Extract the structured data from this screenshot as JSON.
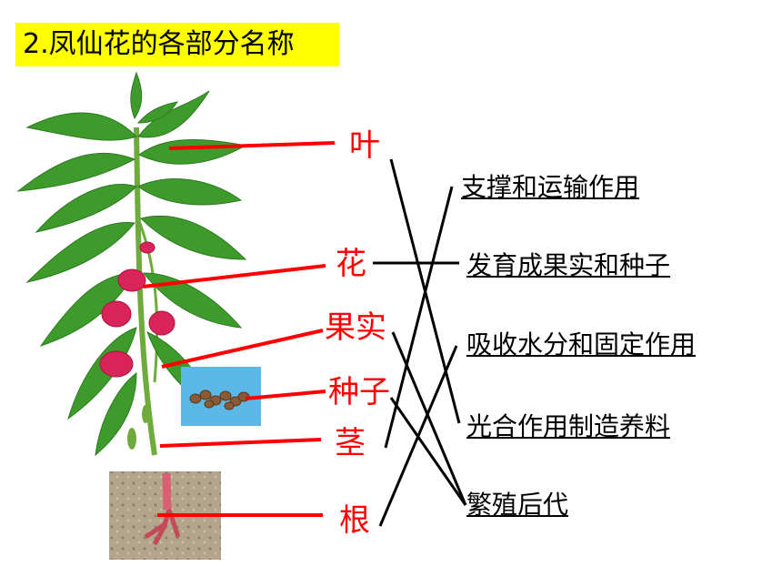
{
  "title": "2.凤仙花的各部分名称",
  "parts": [
    "叶",
    "花",
    "果实",
    "种子",
    "茎",
    "根"
  ],
  "functions": [
    "支撑和运输作用",
    "发育成果实和种子",
    "吸收水分和固定作用",
    "光合作用制造养料",
    "繁殖后代"
  ],
  "colors": {
    "title_bg": "#ffff00",
    "part_label": "#ff0000",
    "pointer_line": "#ff0000",
    "match_line": "#000000",
    "seed_box": "#5bb8e8",
    "soil": "#b5a48c"
  },
  "icons": [
    "impatiens-plant-illustration",
    "seeds-photo",
    "root-in-soil-photo"
  ]
}
